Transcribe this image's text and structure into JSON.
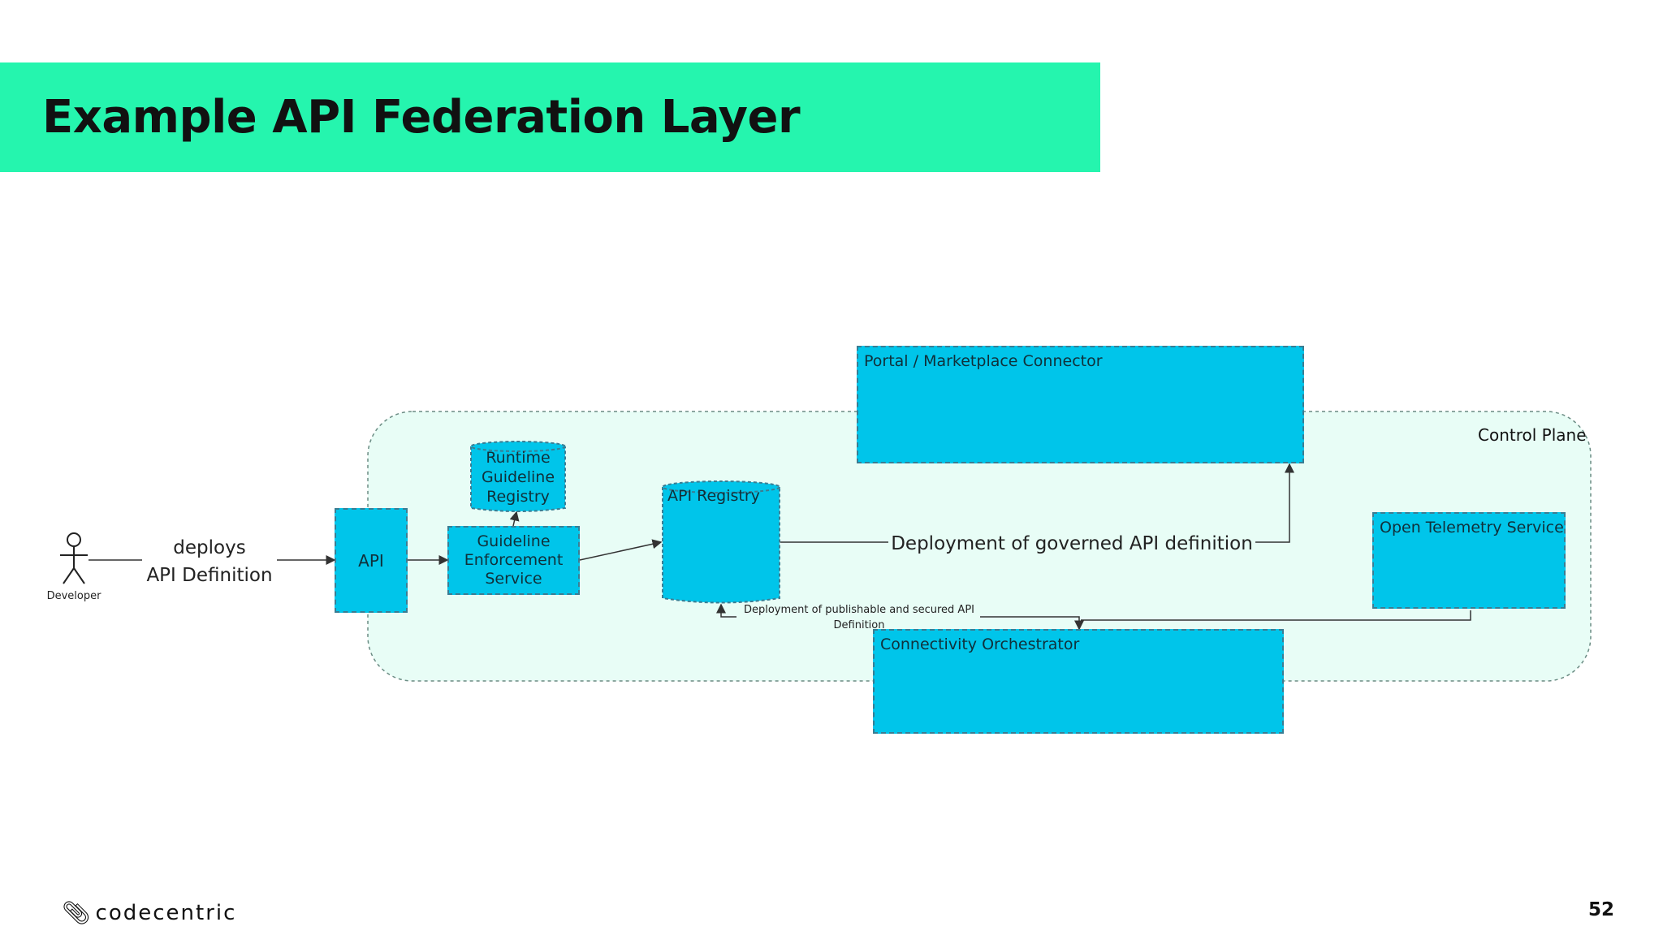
{
  "slide": {
    "title": "Example API Federation Layer",
    "page_number": "52"
  },
  "brand": {
    "logo_text": "codecentric",
    "accent_color": "#25f5ae",
    "box_color": "#00c5ea",
    "control_plane_color": "#e8fdf6"
  },
  "diagram": {
    "actor": {
      "label": "Developer"
    },
    "deploys_label_line1": "deploys",
    "deploys_label_line2": "API Definition",
    "control_plane_label": "Control Plane",
    "api_box": "API",
    "runtime_registry": [
      "Runtime",
      "Guideline",
      "Registry"
    ],
    "guideline_service": [
      "Guideline",
      "Enforcement",
      "Service"
    ],
    "api_registry": "API Registry",
    "portal_connector": "Portal / Marketplace Connector",
    "open_telemetry": "Open Telemetry Service",
    "connectivity_orchestrator": "Connectivity Orchestrator",
    "deployment_governed_label": "Deployment of governed API definition",
    "deployment_publishable_line1": "Deployment of publishable and secured API",
    "deployment_publishable_line2": "Definition"
  }
}
